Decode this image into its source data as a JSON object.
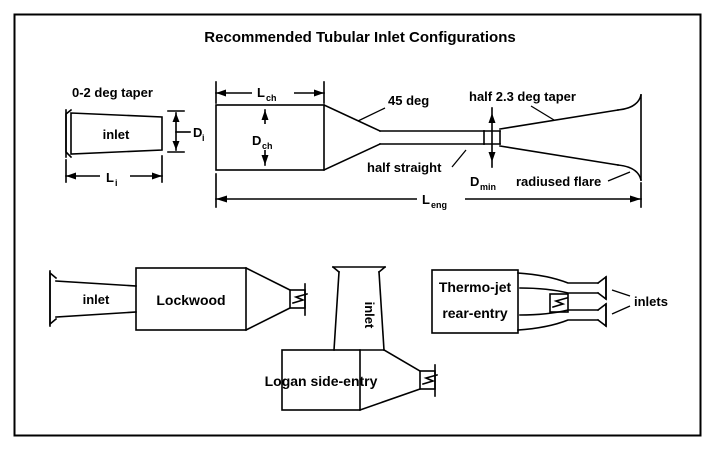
{
  "figure": {
    "title": "Recommended Tubular Inlet Configurations",
    "border_color": "#000000",
    "background_color": "#ffffff",
    "line_color": "#000000"
  },
  "inlet_detail": {
    "taper_note": "0-2 deg taper",
    "body_label": "inlet",
    "diameter_symbol": "D",
    "diameter_subscript": "i",
    "length_symbol": "L",
    "length_subscript": "i"
  },
  "engine_detail": {
    "chamber_length_symbol": "L",
    "chamber_length_subscript": "ch",
    "chamber_diameter_symbol": "D",
    "chamber_diameter_subscript": "ch",
    "cone_angle_note": "45 deg",
    "straight_note": "half straight",
    "taper_note": "half 2.3 deg taper",
    "min_diameter_symbol": "D",
    "min_diameter_subscript": "min",
    "flare_note": "radiused flare",
    "engine_length_symbol": "L",
    "engine_length_subscript": "eng"
  },
  "configurations": [
    {
      "name": "lockwood",
      "inlet_label": "inlet",
      "body_label": "Lockwood"
    },
    {
      "name": "logan-side-entry",
      "inlet_label": "inlet",
      "body_label": "Logan side-entry"
    },
    {
      "name": "thermo-jet-rear-entry",
      "body_label_line1": "Thermo-jet",
      "body_label_line2": "rear-entry",
      "inlets_label": "inlets"
    }
  ]
}
